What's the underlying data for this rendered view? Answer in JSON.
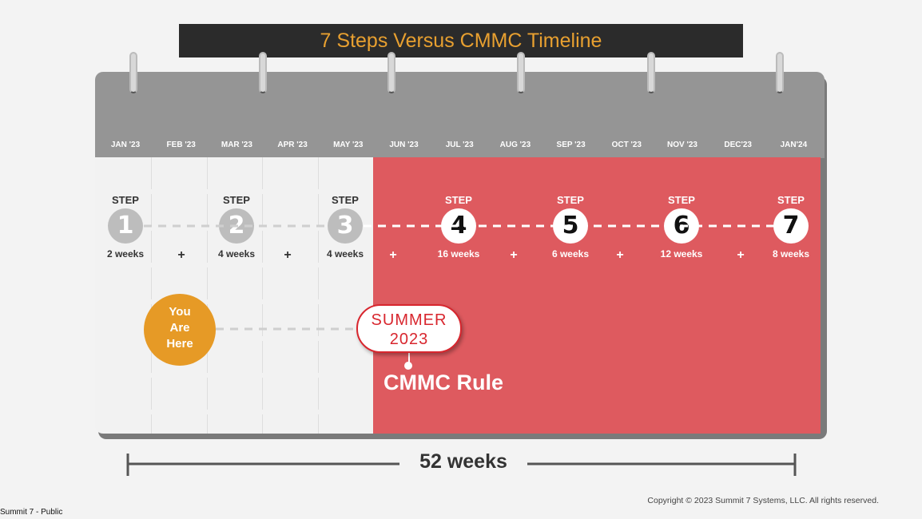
{
  "title": "7 Steps Versus CMMC Timeline",
  "months": [
    "JAN '23",
    "FEB '23",
    "MAR '23",
    "APR '23",
    "MAY '23",
    "JUN '23",
    "JUL '23",
    "AUG '23",
    "SEP '23",
    "OCT '23",
    "NOV '23",
    "DEC'23",
    "JAN'24"
  ],
  "steps": [
    {
      "label": "STEP",
      "number": "1",
      "duration": "2 weeks"
    },
    {
      "label": "STEP",
      "number": "2",
      "duration": "4 weeks"
    },
    {
      "label": "STEP",
      "number": "3",
      "duration": "4 weeks"
    },
    {
      "label": "STEP",
      "number": "4",
      "duration": "16 weeks"
    },
    {
      "label": "STEP",
      "number": "5",
      "duration": "6 weeks"
    },
    {
      "label": "STEP",
      "number": "6",
      "duration": "12 weeks"
    },
    {
      "label": "STEP",
      "number": "7",
      "duration": "8 weeks"
    }
  ],
  "plus": "+",
  "you_are_here": {
    "line1": "You",
    "line2": "Are",
    "line3": "Here"
  },
  "milestone": {
    "line1": "SUMMER",
    "line2": "2023",
    "caption": "CMMC Rule"
  },
  "total": "52 weeks",
  "copyright": "Copyright © 2023 Summit 7 Systems, LLC. All rights reserved.",
  "classification": "Summit 7 - Public",
  "colors": {
    "title_text": "#e8a030",
    "title_bg": "#2b2b2b",
    "calendar_header": "#959595",
    "deadline_red": "#de5a5f",
    "you_are_here": "#e69a26",
    "milestone_text": "#d8262e"
  }
}
